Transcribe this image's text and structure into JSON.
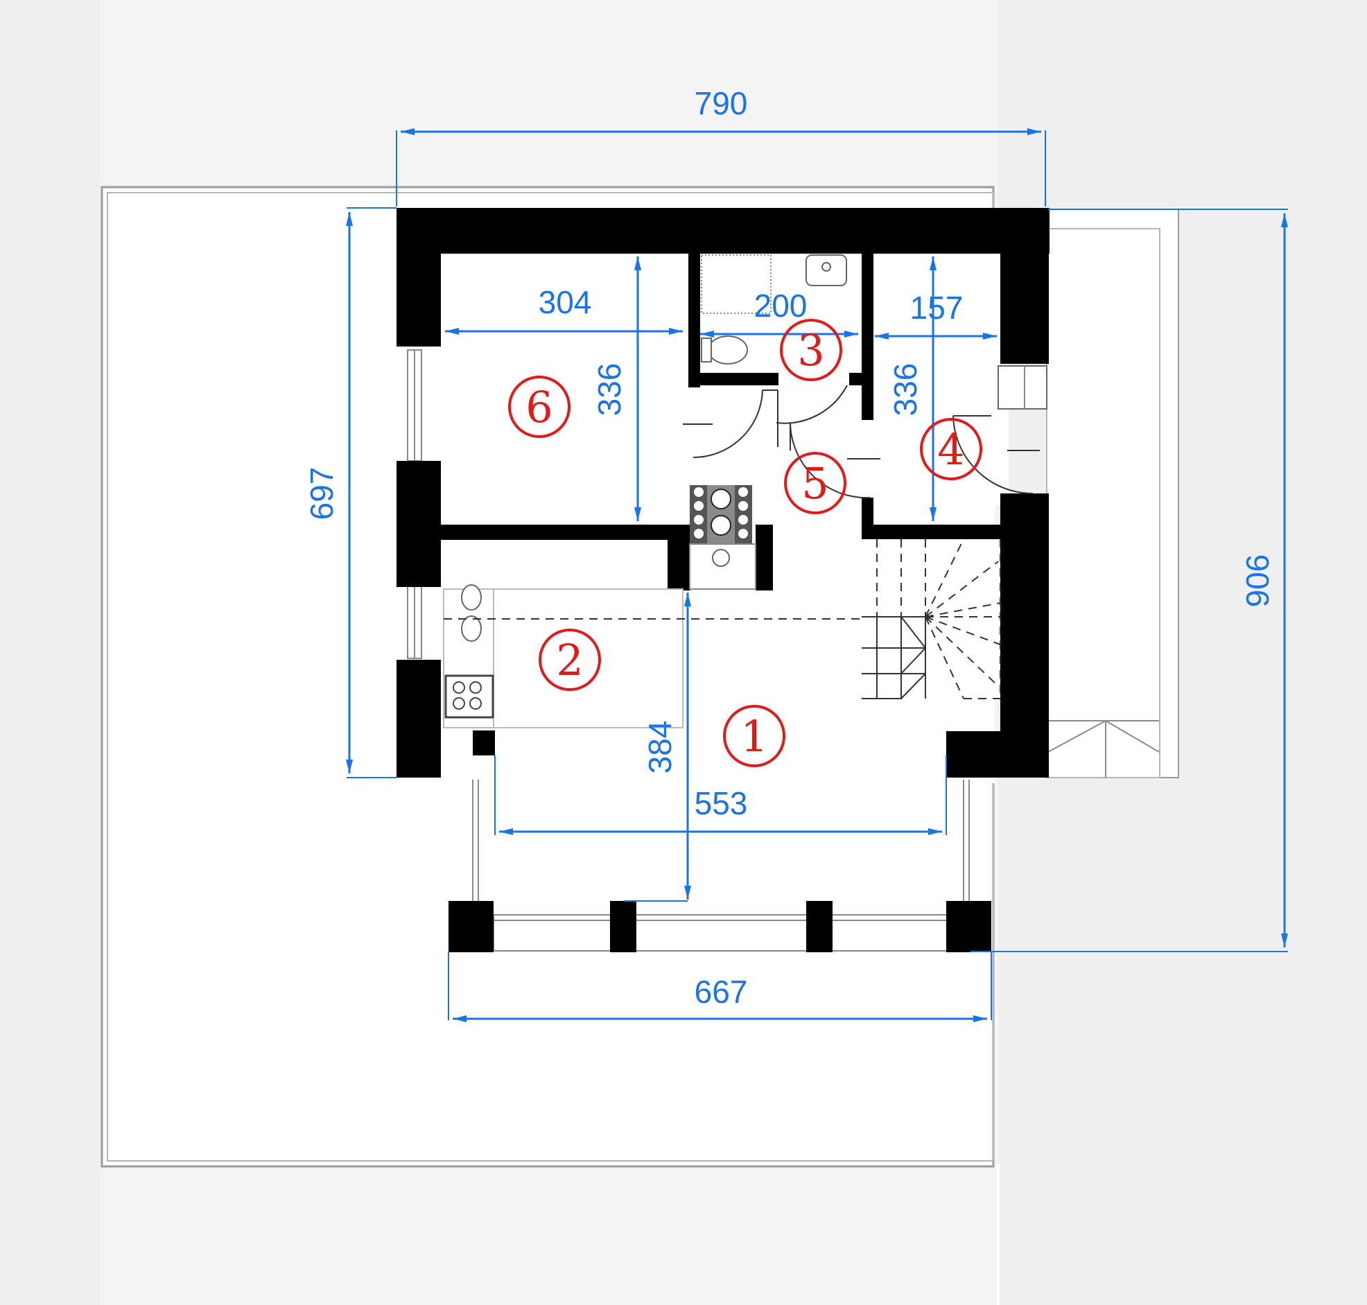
{
  "dimensions": {
    "total_width": "790",
    "total_depth": "697",
    "overall_depth": "906",
    "bottom_width": "667",
    "room6_width": "304",
    "room3_width": "200",
    "room4_width": "157",
    "room6_depth": "336",
    "room4_depth": "336",
    "living_depth": "384",
    "living_width": "553"
  },
  "rooms": [
    {
      "id": "1"
    },
    {
      "id": "2"
    },
    {
      "id": "3"
    },
    {
      "id": "4"
    },
    {
      "id": "5"
    },
    {
      "id": "6"
    }
  ],
  "colors": {
    "dimension": "#1a73e8",
    "room_label": "#e21a1a",
    "wall": "#000000",
    "background": "#efefef",
    "floor": "#ffffff"
  }
}
